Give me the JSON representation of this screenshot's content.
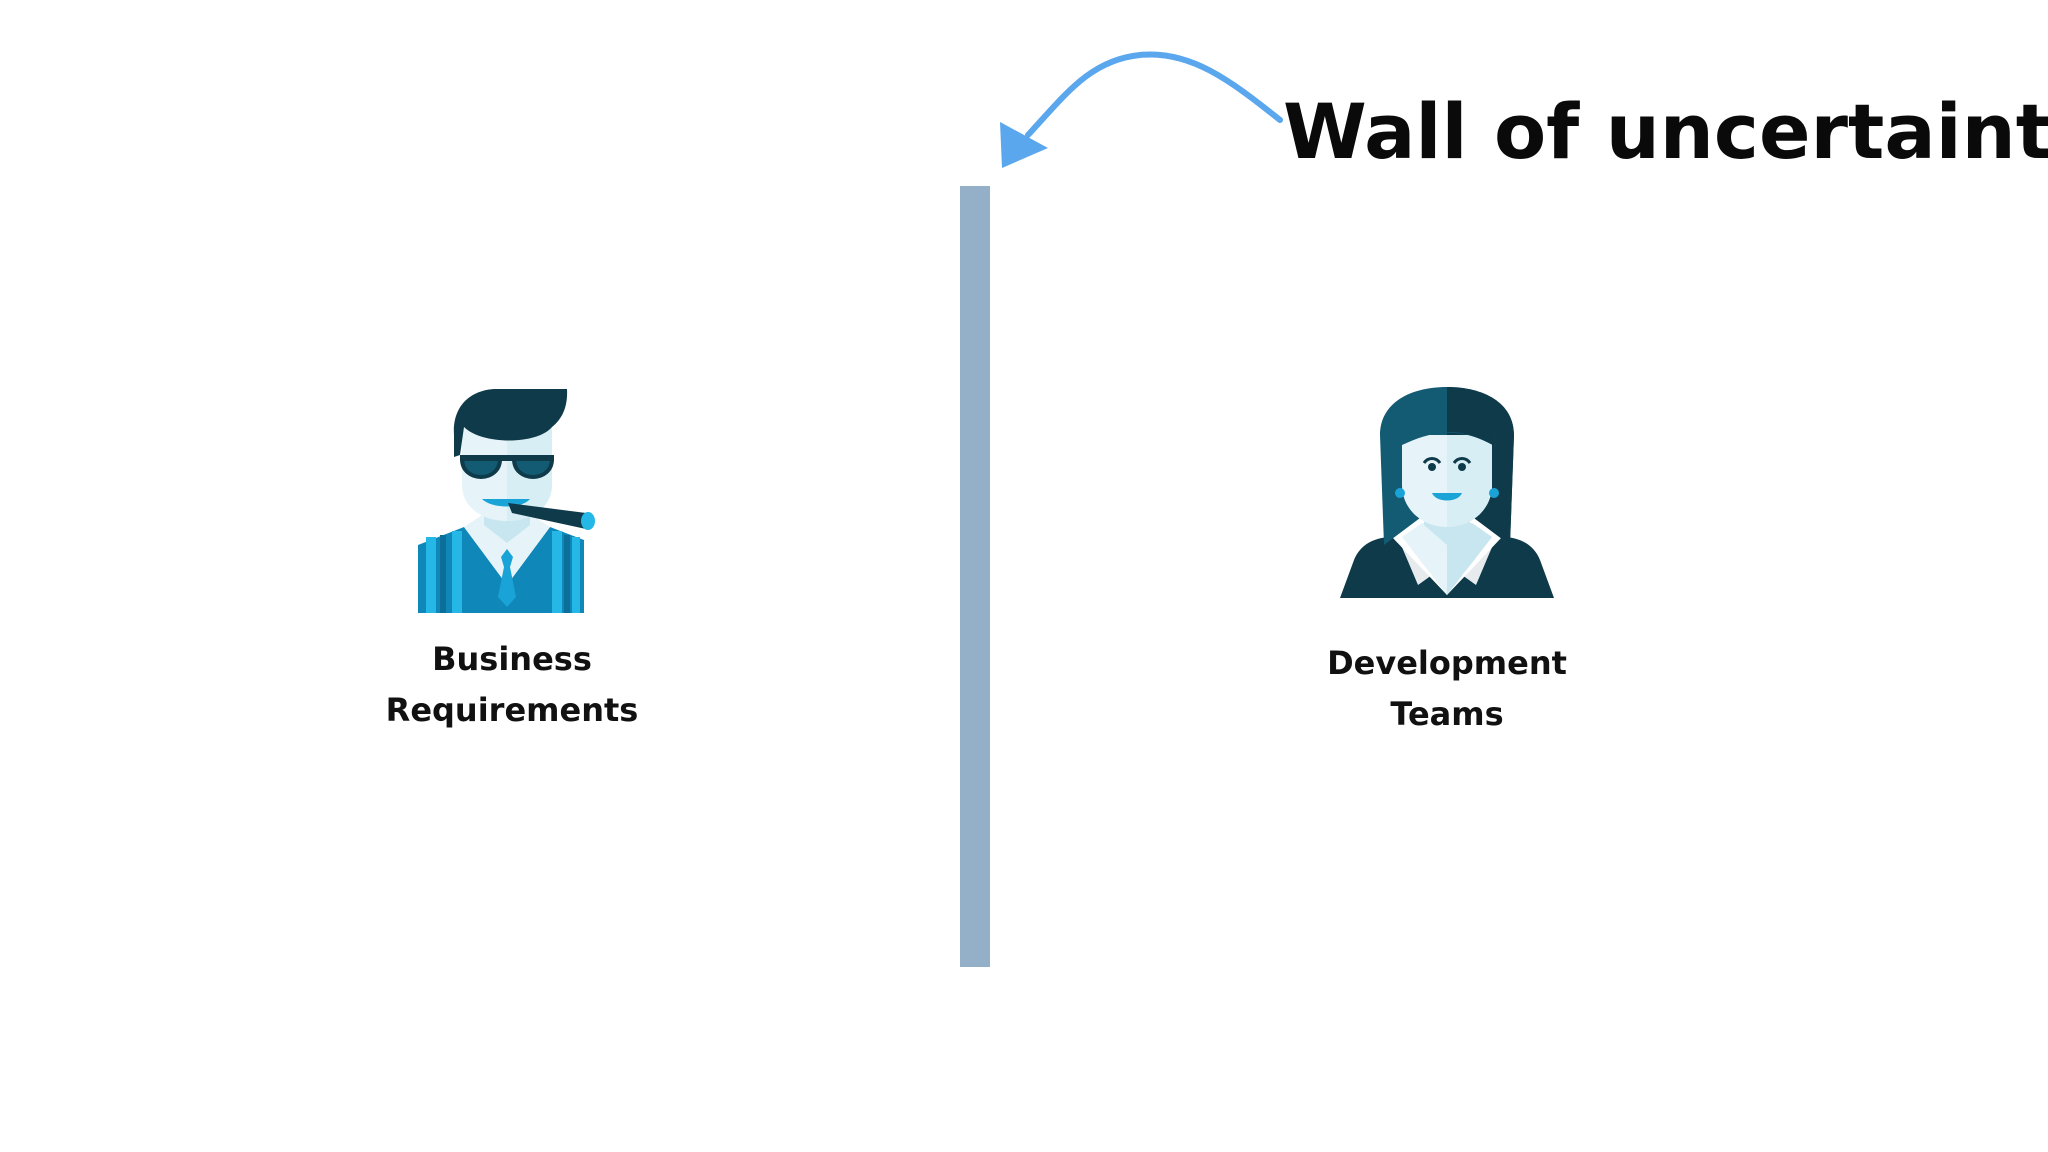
{
  "title": "Wall of uncertainty",
  "left_actor": {
    "label_line1": "Business",
    "label_line2": "Requirements",
    "icon": "businessman-icon"
  },
  "right_actor": {
    "label_line1": "Development",
    "label_line2": "Teams",
    "icon": "developer-woman-icon"
  },
  "colors": {
    "wall": "#94afc8",
    "arrow": "#5aa7ee",
    "dark_teal": "#0f3a4a",
    "mid_teal": "#135a73",
    "stripe_blue": "#1aa3d6",
    "skin_light": "#e6f4f9",
    "skin_shade": "#c8e6f0"
  }
}
